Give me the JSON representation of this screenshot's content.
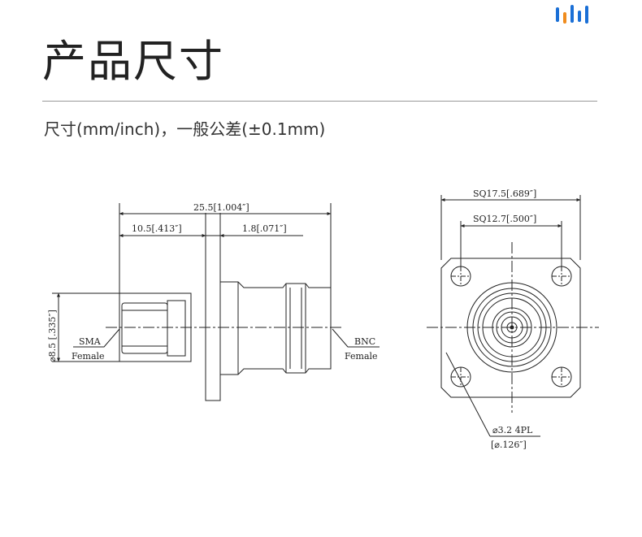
{
  "header": {
    "title": "产品尺寸",
    "subtitle": "尺寸(mm/inch)，一般公差(±0.1mm)"
  },
  "colors": {
    "logo_blue": "#1a6fd6",
    "logo_orange": "#f08c1e",
    "line": "#222222",
    "divider": "#9a9a9a"
  },
  "side_view": {
    "overall_length": "25.5[1.004″]",
    "sma_length": "10.5[.413″]",
    "flange_thickness": "1.8[.071″]",
    "diameter": "⌀8.5 [.335″]",
    "left_connector_type": "SMA",
    "left_connector_gender": "Female",
    "right_connector_type": "BNC",
    "right_connector_gender": "Female"
  },
  "front_view": {
    "outer_square": "SQ17.5[.689″]",
    "hole_spacing": "SQ12.7[.500″]",
    "hole_dia": "⌀3.2 4PL",
    "hole_dia_inch": "[⌀.126″]"
  }
}
